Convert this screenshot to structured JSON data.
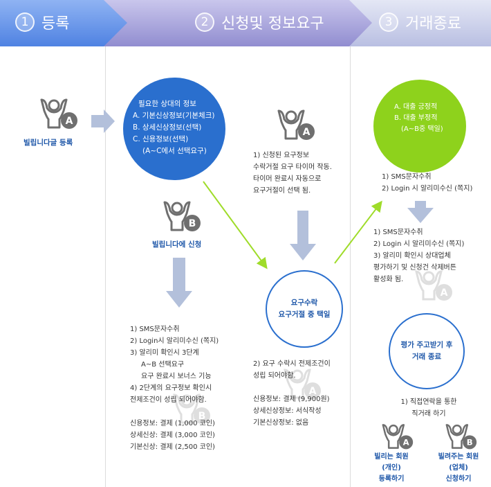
{
  "steps": [
    {
      "num": "1",
      "label": "등록"
    },
    {
      "num": "2",
      "label": "신청및 정보요구"
    },
    {
      "num": "3",
      "label": "거래종료"
    }
  ],
  "col1": {
    "person_badge": "A",
    "label": "빌립니다글 등록"
  },
  "blue_circle": {
    "lines": [
      "필요한 상대의 정보",
      "A. 기본신상정보(기본체크)",
      "B. 상세신상정보(선택)",
      "C. 신용정보(선택)",
      "(A~C에서 선택요구)"
    ]
  },
  "person_b": {
    "badge": "B",
    "label": "빌립니다에 신청"
  },
  "col2_text": [
    "1) SMS문자수취",
    "2) Login시 알리미수신 (쪽지)",
    "3) 알리미 확인시 3단계",
    "A~B 선택요구",
    "요구 완료시 보너스 기능",
    "4) 2단계의 요구정보 확인시",
    "전제조건이 성립 되어야함.",
    "",
    "신용정보: 결제 (1,000 코인)",
    "상세신상: 결제 (3,000 코인)",
    "기본신상: 결제 (2,500 코인)"
  ],
  "person_a2": {
    "badge": "A"
  },
  "col3_top_text": [
    "1) 신청된 요구정보",
    "수락거절 요구 타이머 작동.",
    "타이머 완료시 자동으로",
    "요구거절이 선택 됨."
  ],
  "ring1": {
    "line1": "요구수락",
    "line2": "요구거절 중 택일"
  },
  "col3_bottom_text": [
    "2) 요구 수락시 전제조건이",
    "성립 되어야함.",
    "",
    "신용정보: 결제 (9,900원)",
    "상세신상정보: 서식작성",
    "기본신상정보: 없음"
  ],
  "green_circle": {
    "lines": [
      "A. 대출 긍정적",
      "B. 대출 부정적",
      "(A~B중 택일)"
    ]
  },
  "col4_text1": [
    "1) SMS문자수취",
    "2) Login 시 알리미수신 (쪽지)"
  ],
  "col4_text2": [
    "1) SMS문자수취",
    "2) Login 시 알리미수신 (쪽지)",
    "3) 알리미 확인시 상대업체",
    "평가하기 및 신청건 삭제버튼",
    "활성화 됨."
  ],
  "ring2": {
    "line1": "평가 주고받기 후",
    "line2": "거래 종료"
  },
  "col4_text3": [
    "1) 직접연락을 통한",
    "직거래 하기"
  ],
  "end_a": {
    "badge": "A",
    "lines": [
      "빌리는 회원",
      "(개인)",
      "등록하기"
    ]
  },
  "end_b": {
    "badge": "B",
    "lines": [
      "빌려주는 회원",
      "(업체)",
      "신청하기"
    ]
  },
  "colors": {
    "header_blue": "#5b8de8",
    "header_purple": "#9f9bd8",
    "header_lav": "#c3c8e6",
    "circle_blue": "#2a6fce",
    "circle_green": "#8ed21c",
    "arrow_gray": "#b3c0db",
    "arrow_green": "#9fdc2a",
    "label_blue": "#1d56a8"
  }
}
